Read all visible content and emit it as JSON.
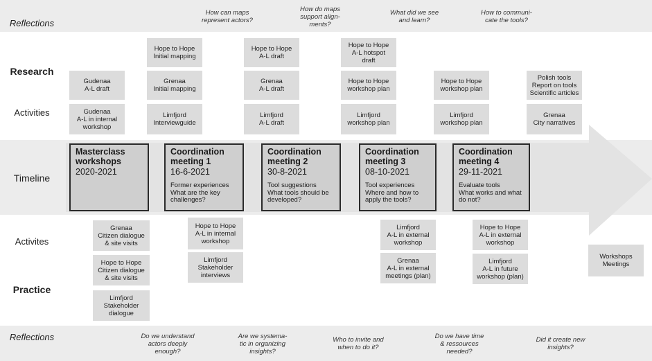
{
  "row_labels": {
    "reflections_top": "Reflections",
    "research": "Research",
    "activities_top": "Activities",
    "timeline": "Timeline",
    "activities_bottom": "Activites",
    "practice": "Practice",
    "reflections_bottom": "Reflections"
  },
  "research_questions": [
    "How can maps\nrepresent actors?",
    "How do maps\nsupport align-\nments?",
    "What did we see\nand learn?",
    "How to communi-\ncate the tools?"
  ],
  "research_activities": [
    "Hope to Hope\nInitial mapping",
    "Hope to Hope\nA-L draft",
    "Hope to Hope\nA-L hotspot\ndraft",
    "Gudenaa\nA-L draft",
    "Grenaa\nInitial mapping",
    "Grenaa\nA-L draft",
    "Hope to Hope\nworkshop plan",
    "Hope to Hope\nworkshop plan",
    "Polish tools\nReport on tools\nScientific articles",
    "Gudenaa\nA-L in internal\nworkshop",
    "Limfjord\nInterviewguide",
    "Limfjord\nA-L draft",
    "Limfjord\nworkshop plan",
    "Limfjord\nworkshop plan",
    "Grenaa\nCity narratives"
  ],
  "meetings": [
    {
      "title": "Masterclass\nworkshops",
      "date": "2020-2021",
      "note": ""
    },
    {
      "title": "Coordination\nmeeting 1",
      "date": "16-6-2021",
      "note": "Former experiences\nWhat are the key\nchallenges?"
    },
    {
      "title": "Coordination\nmeeting 2",
      "date": "30-8-2021",
      "note": "Tool suggestions\nWhat tools should be\ndeveloped?"
    },
    {
      "title": "Coordination\nmeeting 3",
      "date": "08-10-2021",
      "note": "Tool experiences\nWhere and how to\napply the tools?"
    },
    {
      "title": "Coordination\nmeeting 4",
      "date": "29-11-2021",
      "note": "Evaluate tools\nWhat works and what\ndo not?"
    }
  ],
  "practice_activities": [
    "Grenaa\nCitizen dialogue\n& site visits",
    "Hope to Hope\nCitizen dialogue\n& site visits",
    "Limfjord\nStakeholder\ndialogue",
    "Hope to Hope\nA-L in internal\nworkshop",
    "Limfjord\nStakeholder\ninterviews",
    "Limfjord\nA-L in external\nworkshop",
    "Grenaa\nA-L in external\nmeetings (plan)",
    "Hope to Hope\nA-L in external\nworkshop",
    "Limfjord\nA-L in future\nworkshop (plan)",
    "Workshops\nMeetings"
  ],
  "practice_questions": [
    "Do we understand\nactors deeply\nenough?",
    "Are we systema-\ntic in organizing\ninsights?",
    "Who to invite and\nwhen to do it?",
    "Do we have time\n& ressources\nneeded?",
    "Did it create new\ninsights?"
  ],
  "colors": {
    "band": "#ececec",
    "box": "#dcdcdc",
    "arrow": "#e3e3e3",
    "meeting_fill": "#cfcfcf",
    "meeting_border": "#2a2a2a"
  }
}
